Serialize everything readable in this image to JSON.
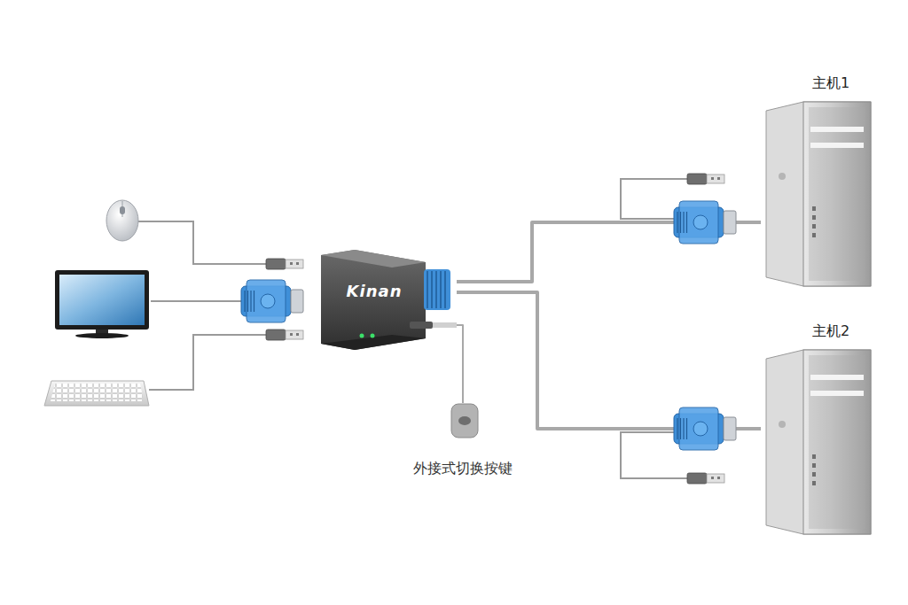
{
  "diagram": {
    "nodes": [
      {
        "text": [
          "Kinan"
        ]
      },
      {
        "text": [
          "外接式切换按键"
        ]
      },
      {
        "text": [
          "主机1"
        ]
      },
      {
        "text": [
          "主机2"
        ]
      }
    ],
    "edges": [
      {
        "from": 0,
        "to": 2,
        "arrow": "none"
      },
      {
        "from": 0,
        "to": 3,
        "arrow": "none"
      },
      {
        "from": 0,
        "to": 1,
        "arrow": "none"
      }
    ]
  }
}
